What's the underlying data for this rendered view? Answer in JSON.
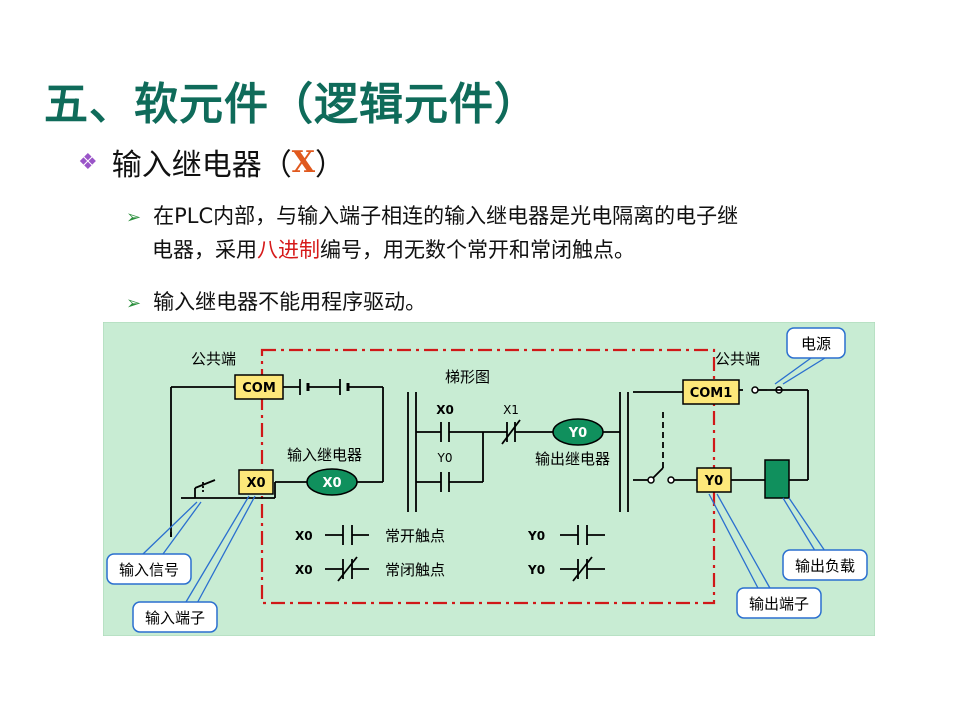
{
  "title": "五、软元件（逻辑元件）",
  "subtitle": {
    "text": "输入继电器（",
    "x": "X",
    "close": "）"
  },
  "point1": {
    "part1": "在PLC内部，与输入端子相连的输入继电器是光电隔离的电子继",
    "part2": "电器，采用",
    "highlight": "八进制",
    "part3": "编号，用无数个常开和常闭触点。"
  },
  "point2": "输入继电器不能用程序驱动。",
  "diagram": {
    "com_left": "COM",
    "gong_left": "公共端",
    "x0_terminal": "X0",
    "input_relay_label": "输入继电器",
    "input_relay_coil": "X0",
    "ladder_label": "梯形图",
    "ladder_x0": "X0",
    "ladder_x1": "X1",
    "ladder_y0": "Y0",
    "ladder_coil": "Y0",
    "output_relay_label": "输出继电器",
    "no_contact_x": "X0",
    "nc_contact_x": "X0",
    "no_contact_label": "常开触点",
    "nc_contact_label": "常闭触点",
    "no_contact_y": "Y0",
    "nc_contact_y": "Y0",
    "gong_right": "公共端",
    "com_right": "COM1",
    "y0_terminal": "Y0",
    "power_callout": "电源",
    "input_signal_callout": "输入信号",
    "input_terminal_callout": "输入端子",
    "output_terminal_callout": "输出端子",
    "output_load_callout": "输出负载"
  },
  "colors": {
    "title": "#0f6b5a",
    "panel": "#c8ecd3",
    "terminal": "#fde87a",
    "coil": "#10905d",
    "dash": "#d01818",
    "highlight": "#d61a1a"
  }
}
